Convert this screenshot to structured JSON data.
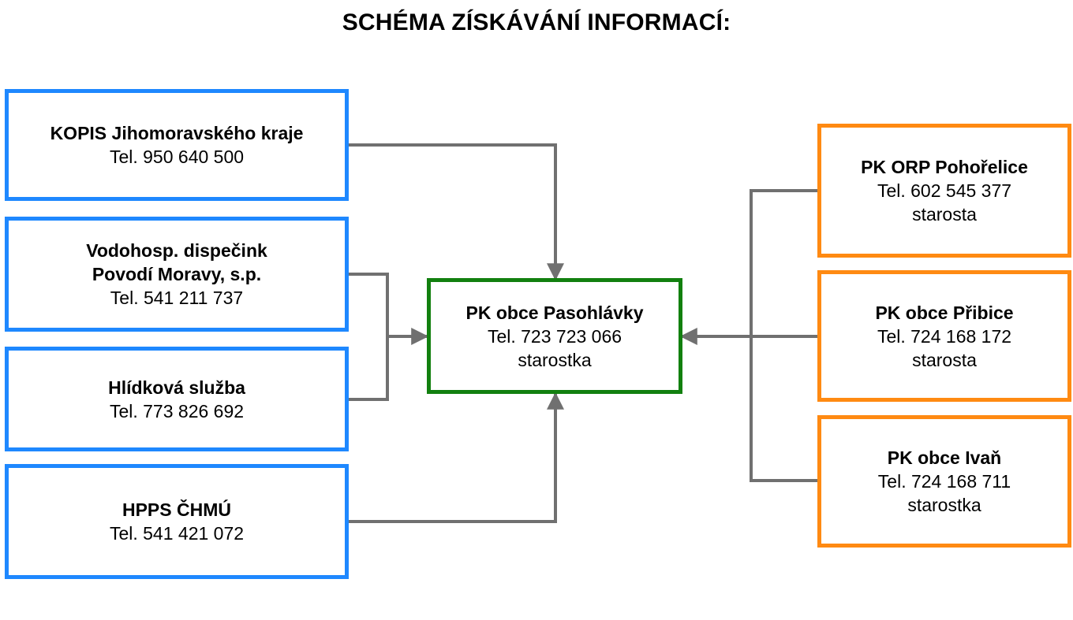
{
  "title": "SCHÉMA ZÍSKÁVÁNÍ INFORMACÍ:",
  "colors": {
    "source": "#1e88ff",
    "center": "#12800f",
    "neighbor": "#ff8a12",
    "connector": "#707070"
  },
  "center": {
    "name": "PK obce Pasohlávky",
    "phone": "Tel. 723 723 066",
    "role": "starostka"
  },
  "sources": [
    {
      "name_lines": [
        "KOPIS Jihomoravského kraje"
      ],
      "phone": "Tel. 950 640 500"
    },
    {
      "name_lines": [
        "Vodohosp. dispečink",
        "Povodí Moravy, s.p."
      ],
      "phone": "Tel. 541 211 737"
    },
    {
      "name_lines": [
        "Hlídková služba"
      ],
      "phone": "Tel. 773 826 692"
    },
    {
      "name_lines": [
        "HPPS ČHMÚ"
      ],
      "phone": "Tel. 541 421 072"
    }
  ],
  "neighbors": [
    {
      "name": "PK ORP Pohořelice",
      "phone": "Tel. 602 545 377",
      "role": "starosta"
    },
    {
      "name": "PK obce Přibice",
      "phone": "Tel. 724 168 172",
      "role": "starosta"
    },
    {
      "name": "PK obce Ivaň",
      "phone": "Tel. 724 168 711",
      "role": "starostka"
    }
  ]
}
